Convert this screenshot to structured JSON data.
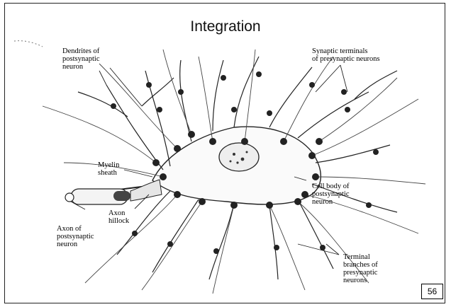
{
  "slide": {
    "title": "Integration",
    "page_number": "56"
  },
  "labels": {
    "dendrites": "Dendrites of\npostsynaptic\nneuron",
    "synaptic_terminals": "Synaptic terminals\nof presynaptic neurons",
    "myelin": "Myelin\nsheath",
    "cell_body": "Cell body of\npostsynaptic\nneuron",
    "axon_hillock": "Axon\nhillock",
    "axon": "Axon of\npostsynaptic\nneuron",
    "terminal_branches": "Terminal\nbranches of\npresynaptic\nneurons"
  }
}
